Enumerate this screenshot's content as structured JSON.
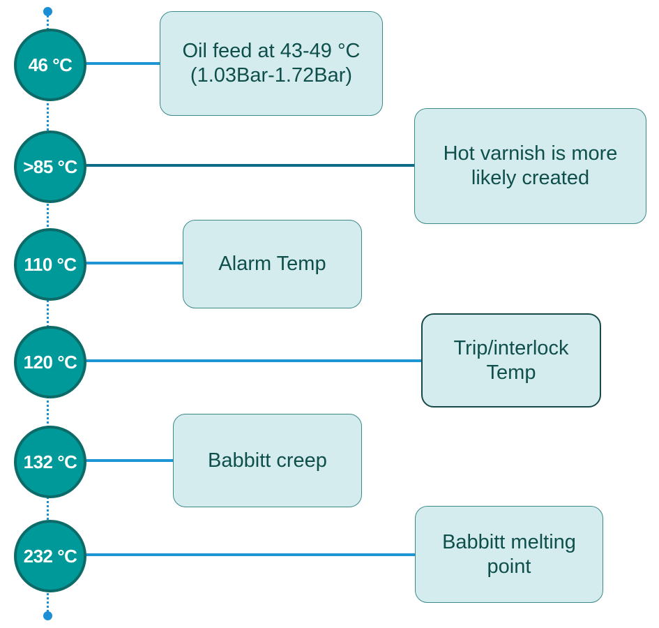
{
  "timeline": {
    "stages": [
      {
        "temp": "46 °C",
        "label": "Oil feed at 43-49 °C\n(1.03Bar-1.72Bar)"
      },
      {
        "temp": ">85 °C",
        "label": "Hot varnish is more likely created"
      },
      {
        "temp": "110 °C",
        "label": "Alarm Temp"
      },
      {
        "temp": "120 °C",
        "label": "Trip/interlock Temp"
      },
      {
        "temp": "132 °C",
        "label": "Babbitt creep"
      },
      {
        "temp": "232 °C",
        "label": "Babbitt melting point"
      }
    ]
  },
  "colors": {
    "node_fill": "#00999a",
    "node_border": "#0c6b68",
    "connector": "#1e96d4",
    "box_fill": "#d5ecef",
    "text": "#0f4f4b"
  }
}
